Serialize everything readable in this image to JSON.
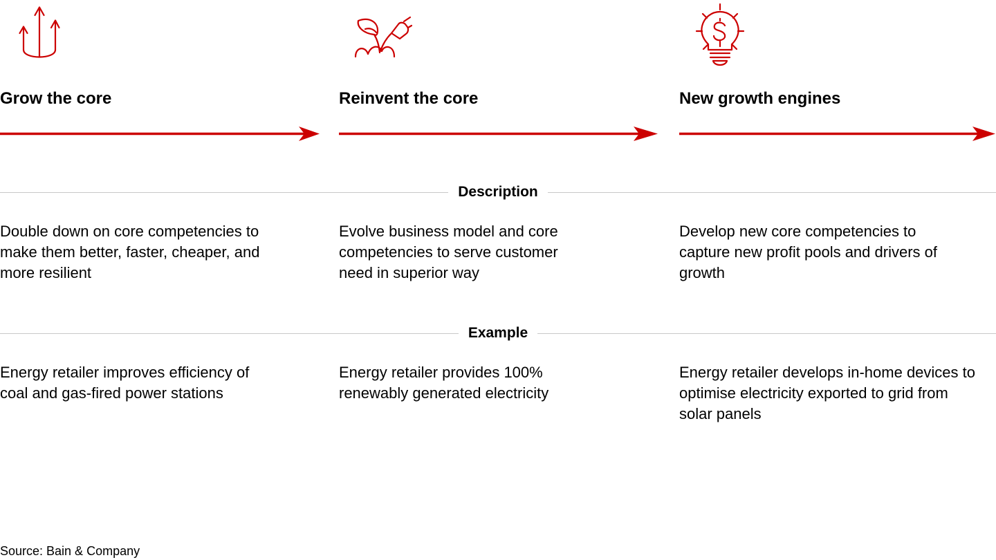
{
  "accent_color": "#CC0000",
  "divider_color": "#C8C8C8",
  "text_color": "#000000",
  "background_color": "#FFFFFF",
  "columns": [
    {
      "icon": "three-growth-arrows-icon",
      "heading": "Grow the core",
      "description": "Double down on core competencies to make them better, faster, cheaper, and more resilient",
      "example": "Energy retailer improves efficiency of coal and gas-fired power stations"
    },
    {
      "icon": "sprout-with-plug-icon",
      "heading": "Reinvent the core",
      "description": "Evolve business model and core competencies to serve customer need in superior way",
      "example": "Energy retailer provides 100% renewably generated electricity"
    },
    {
      "icon": "lightbulb-dollar-icon",
      "heading": "New growth engines",
      "description": "Develop new core competencies to capture new profit pools and drivers of growth",
      "example": "Energy retailer develops in-home devices to optimise electricity exported to grid from solar panels"
    }
  ],
  "sections": {
    "description_label": "Description",
    "example_label": "Example"
  },
  "footer": {
    "source": "Source: Bain & Company"
  }
}
